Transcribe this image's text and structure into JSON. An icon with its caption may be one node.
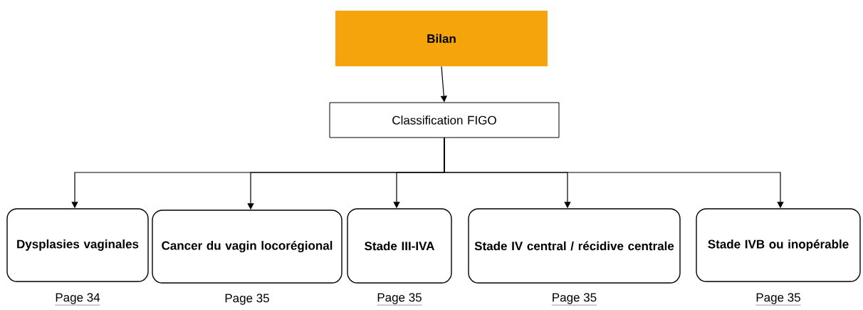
{
  "diagram": {
    "nodes": [
      {
        "text": [
          "Bilan"
        ]
      },
      {
        "text": [
          "Classification FIGO"
        ]
      },
      {
        "text": [
          "Dysplasies vaginales"
        ],
        "beside": [
          "Page 34"
        ]
      },
      {
        "text": [
          "Cancer du vagin locorégional"
        ],
        "beside": [
          "Page 35"
        ]
      },
      {
        "text": [
          "Stade III-IVA"
        ],
        "beside": [
          "Page 35"
        ]
      },
      {
        "text": [
          "Stade IV central / récidive centrale"
        ],
        "beside": [
          "Page 35"
        ]
      },
      {
        "text": [
          "Stade IVB ou inopérable"
        ],
        "beside": [
          "Page 35"
        ]
      }
    ],
    "edges": [
      {
        "from": 0,
        "to": 1,
        "arrow": "to"
      },
      {
        "from": 1,
        "to": 2,
        "arrow": "to"
      },
      {
        "from": 1,
        "to": 3,
        "arrow": "to"
      },
      {
        "from": 1,
        "to": 4,
        "arrow": "to"
      },
      {
        "from": 1,
        "to": 5,
        "arrow": "to"
      },
      {
        "from": 1,
        "to": 6,
        "arrow": "to"
      }
    ]
  }
}
